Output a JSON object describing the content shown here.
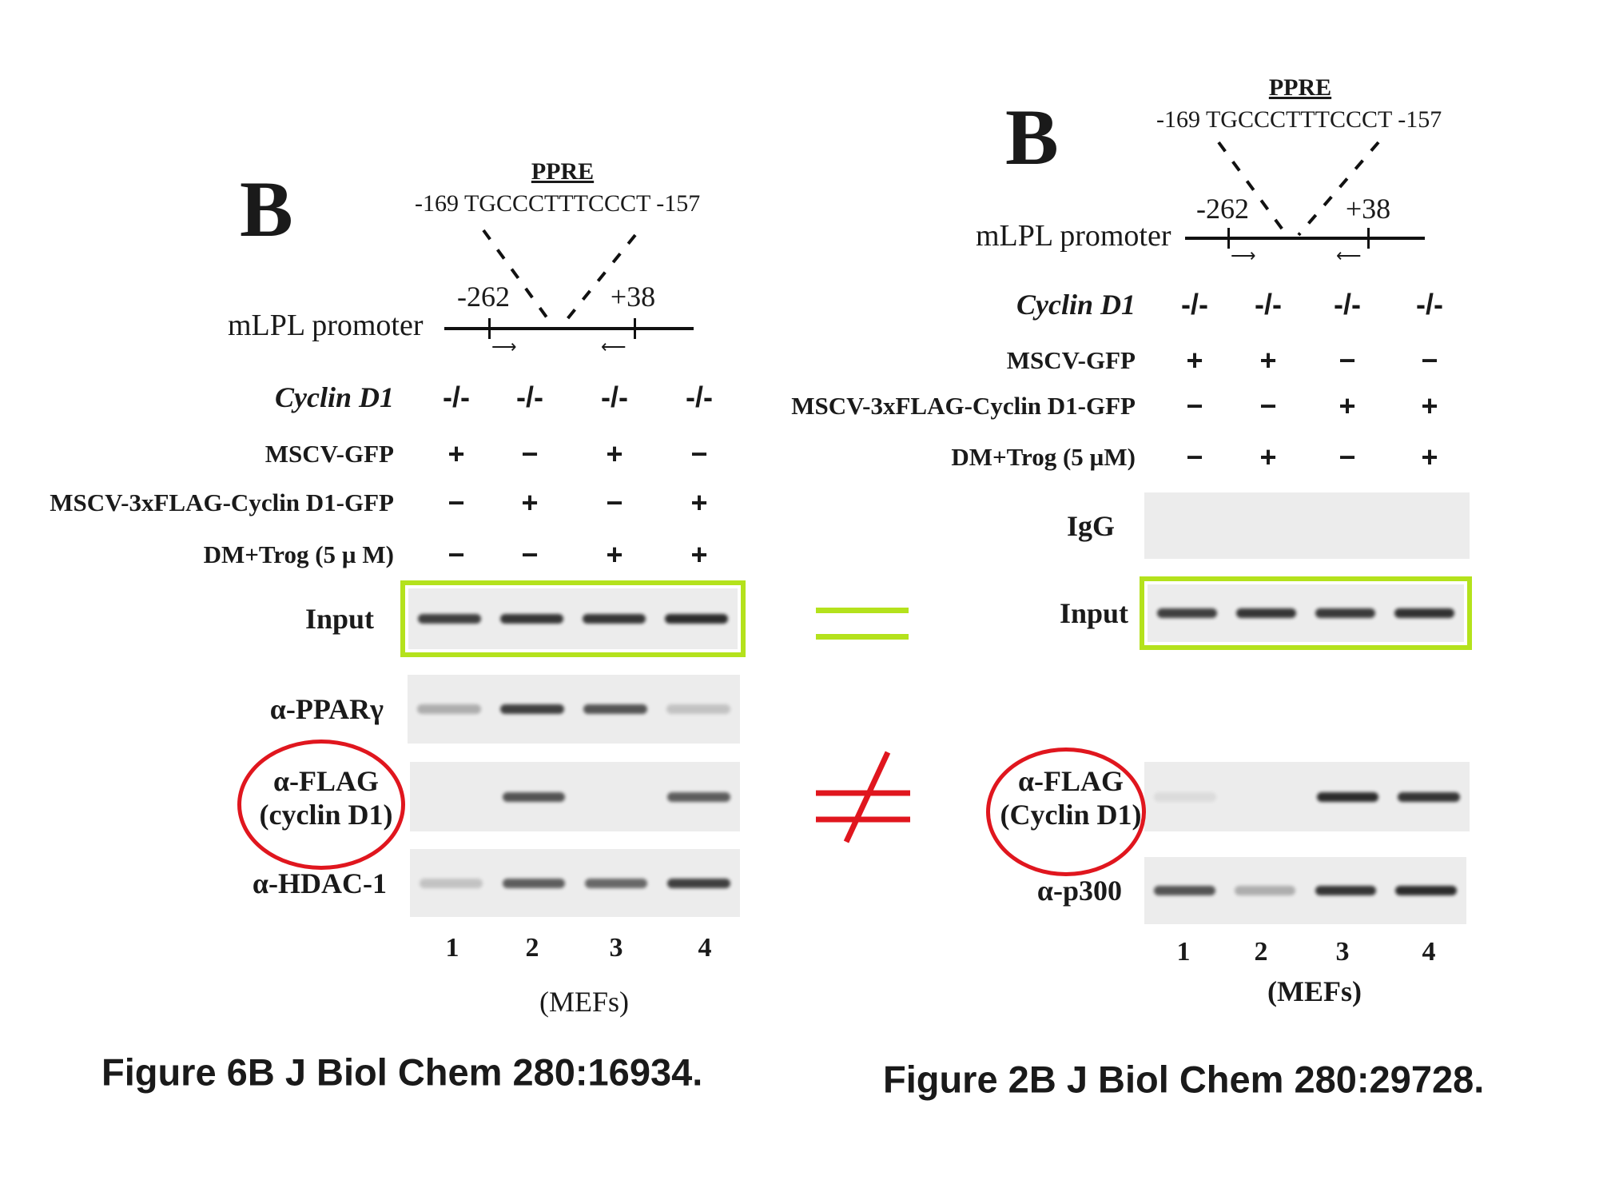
{
  "left_panel": {
    "panel_letter": "B",
    "ppre_label": "PPRE",
    "sequence": "-169 TGCCCTTTCCCT -157",
    "promoter_label": "mLPL promoter",
    "pos_start": "-262",
    "pos_end": "+38",
    "rows": [
      {
        "label": "Cyclin D1",
        "values": [
          "-/-",
          "-/-",
          "-/-",
          "-/-"
        ]
      },
      {
        "label": "MSCV-GFP",
        "values": [
          "+",
          "−",
          "+",
          "−"
        ]
      },
      {
        "label": "MSCV-3xFLAG-Cyclin D1-GFP",
        "values": [
          "−",
          "+",
          "−",
          "+"
        ]
      },
      {
        "label": "DM+Trog (5 µ M)",
        "values": [
          "−",
          "−",
          "+",
          "+"
        ]
      }
    ],
    "blots": [
      {
        "label": "Input",
        "bands": [
          0.85,
          0.9,
          0.9,
          0.95
        ]
      },
      {
        "label": "α-PPARγ",
        "bands": [
          0.3,
          0.85,
          0.75,
          0.2
        ]
      },
      {
        "label_line1": "α-FLAG",
        "label_line2": "(cyclin D1)",
        "bands": [
          0,
          0.75,
          0,
          0.7
        ]
      },
      {
        "label": "α-HDAC-1",
        "bands": [
          0.2,
          0.7,
          0.65,
          0.85
        ]
      }
    ],
    "lanes": [
      "1",
      "2",
      "3",
      "4"
    ],
    "cell_type": "(MEFs)",
    "caption": "Figure 6B J Biol Chem 280:16934."
  },
  "right_panel": {
    "panel_letter": "B",
    "ppre_label": "PPRE",
    "sequence": "-169 TGCCCTTTCCCT -157",
    "promoter_label": "mLPL promoter",
    "pos_start": "-262",
    "pos_end": "+38",
    "rows": [
      {
        "label": "Cyclin D1",
        "values": [
          "-/-",
          "-/-",
          "-/-",
          "-/-"
        ]
      },
      {
        "label": "MSCV-GFP",
        "values": [
          "+",
          "+",
          "−",
          "−"
        ]
      },
      {
        "label": "MSCV-3xFLAG-Cyclin D1-GFP",
        "values": [
          "−",
          "−",
          "+",
          "+"
        ]
      },
      {
        "label": "DM+Trog (5 µM)",
        "values": [
          "−",
          "+",
          "−",
          "+"
        ]
      }
    ],
    "blots": [
      {
        "label": "IgG",
        "bands": [
          0,
          0,
          0,
          0
        ]
      },
      {
        "label": "Input",
        "bands": [
          0.85,
          0.9,
          0.88,
          0.92
        ]
      },
      {
        "label_line1": "α-FLAG",
        "label_line2": "(Cyclin D1)",
        "bands": [
          0.08,
          0,
          0.95,
          0.9
        ]
      },
      {
        "label": "α-p300",
        "bands": [
          0.75,
          0.3,
          0.9,
          0.95
        ]
      }
    ],
    "lanes": [
      "1",
      "2",
      "3",
      "4"
    ],
    "cell_type": "(MEFs)",
    "caption": "Figure 2B J Biol Chem 280:29728."
  },
  "annotations": {
    "equal_symbol_color": "#b4e21c",
    "not_equal_symbol_color": "#e0161e",
    "highlight_box_color": "#b4e21c",
    "circle_color": "#e0161e"
  }
}
